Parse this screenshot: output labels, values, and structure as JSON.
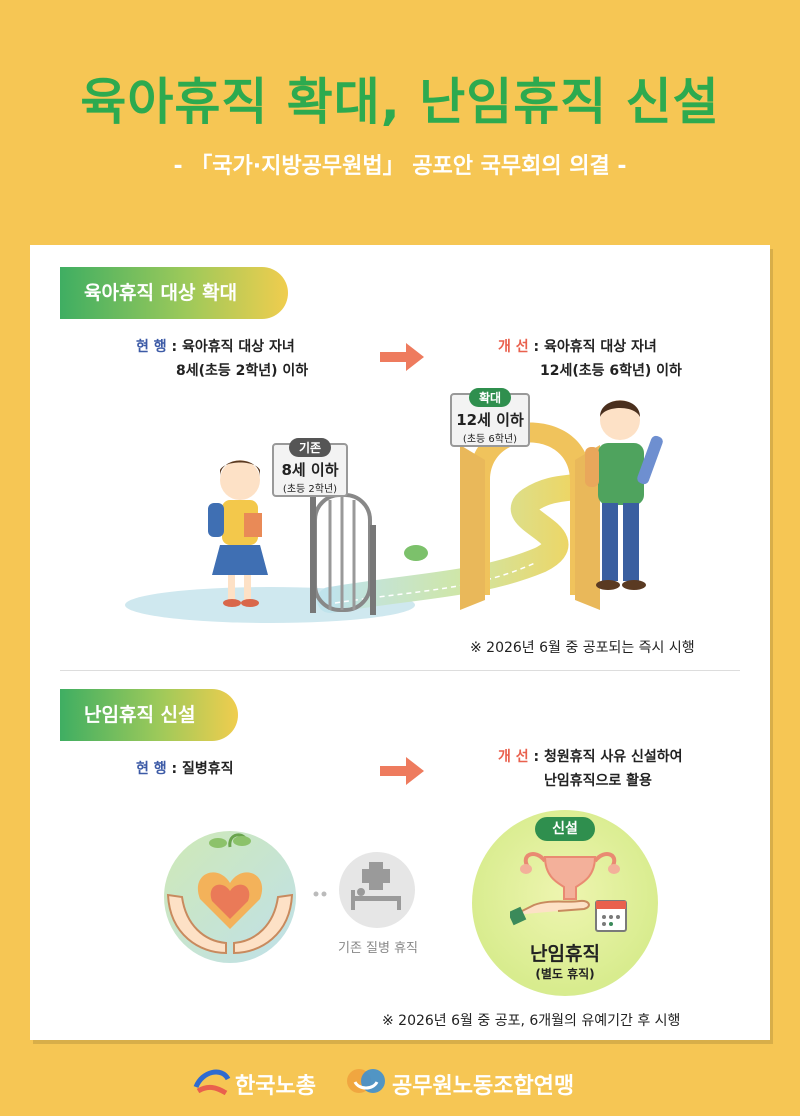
{
  "header": {
    "title": "육아휴직 확대, 난임휴직 신설",
    "subtitle": "- 「국가·지방공무원법」 공포안 국무회의 의결 -"
  },
  "section1": {
    "pill": "육아휴직 대상 확대",
    "current_label": "현 행",
    "current_line1": ": 육아휴직 대상 자녀",
    "current_line2": "8세(초등 2학년) 이하",
    "improve_label": "개 선",
    "improve_line1": ": 육아휴직 대상 자녀",
    "improve_line2": "12세(초등 6학년) 이하",
    "sign_old": {
      "tag": "기존",
      "main": "8세 이하",
      "sub": "(초등 2학년)"
    },
    "sign_new": {
      "tag": "확대",
      "main": "12세 이하",
      "sub": "(초등 6학년)"
    },
    "note": "※ 2026년 6월 중 공포되는 즉시 시행"
  },
  "section2": {
    "pill": "난임휴직 신설",
    "current_label": "현 행",
    "current_line1": ": 질병휴직",
    "improve_label": "개 선",
    "improve_line1": ": 청원휴직 사유 신설하여",
    "improve_line2": "난임휴직으로 활용",
    "existing_caption": "기존 질병 휴직",
    "new_tag": "신설",
    "new_main": "난임휴직",
    "new_sub": "(별도 휴직)",
    "note": "※ 2026년 6월 중 공포, 6개월의 유예기간 후 시행"
  },
  "footer": {
    "org1": "한국노총",
    "org2": "공무원노동조합연맹"
  },
  "colors": {
    "background": "#f6c654",
    "title_green": "#2daa4f",
    "current_blue": "#3c5aa6",
    "improve_red": "#e9604d"
  }
}
